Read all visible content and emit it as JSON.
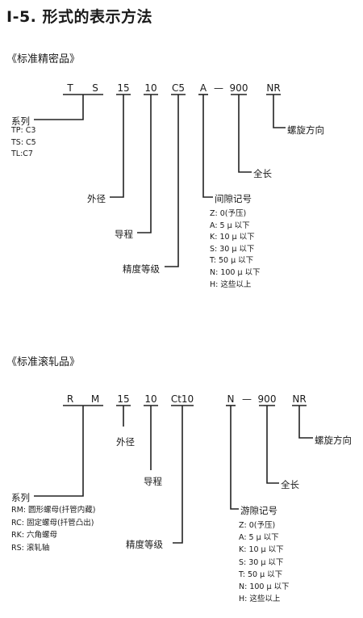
{
  "title": "Ⅰ-5. 形式的表示方法",
  "precision": {
    "heading": "《标准精密品》",
    "codes": [
      "T",
      "S",
      "15",
      "10",
      "C5",
      "A",
      "—",
      "900",
      "NR"
    ],
    "labels": {
      "series": "系列",
      "rotation": "螺旋方向",
      "length": "全长",
      "diameter": "外径",
      "clearance": "间隙记号",
      "lead": "导程",
      "grade": "精度等级"
    },
    "series_items": [
      "TP: C3",
      "TS: C5",
      "TL:C7"
    ],
    "clearance_items": [
      "Z: 0(予压)",
      "A: 5 μ 以下",
      "K: 10 μ 以下",
      "S: 30 μ 以下",
      "T: 50 μ 以下",
      "N: 100 μ 以下",
      "H: 这些以上"
    ]
  },
  "rolled": {
    "heading": "《标准滚轧品》",
    "codes": [
      "R",
      "M",
      "15",
      "10",
      "Ct10",
      "N",
      "—",
      "900",
      "NR"
    ],
    "labels": {
      "diameter": "外径",
      "rotation": "螺旋方向",
      "lead": "导程",
      "length": "全长",
      "series": "系列",
      "clearance": "游隙记号",
      "grade": "精度等级"
    },
    "series_items": [
      "RM: 圆形螺母(扦管内藏)",
      "RC: 固定螺母(扦管凸出)",
      "RK: 六角螺母",
      "RS: 滚轧轴"
    ],
    "clearance_items": [
      "Z: 0(予压)",
      "A: 5 μ 以下",
      "K: 10 μ 以下",
      "S: 30 μ 以下",
      "T: 50 μ 以下",
      "N: 100 μ 以下",
      "H: 这些以上"
    ]
  }
}
